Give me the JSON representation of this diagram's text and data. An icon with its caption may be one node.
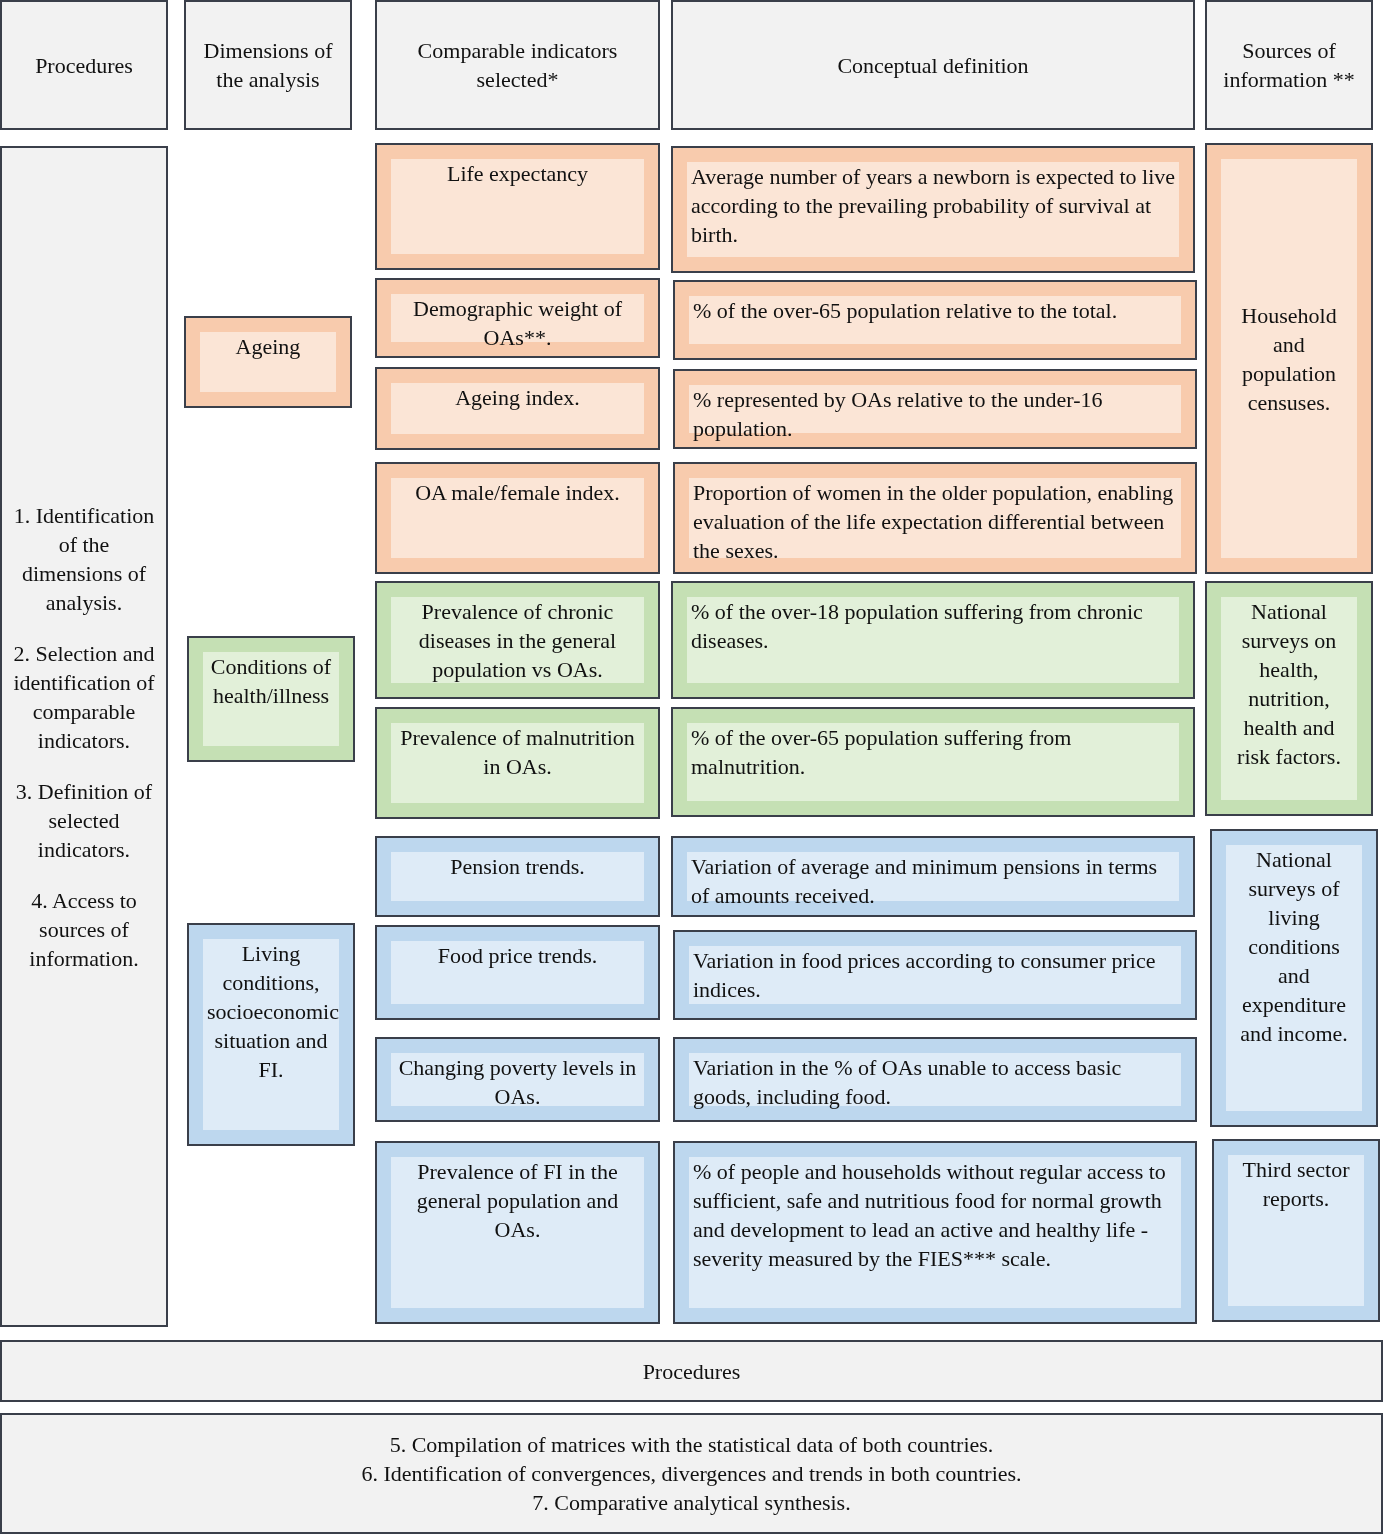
{
  "diagram": {
    "nodes": [
      {
        "text": [
          "Procedures"
        ]
      },
      {
        "text": [
          "Dimensions of the analysis"
        ]
      },
      {
        "text": [
          "Comparable indicators selected*"
        ]
      },
      {
        "text": [
          "Conceptual definition"
        ]
      },
      {
        "text": [
          "Sources of information **"
        ]
      },
      {
        "text": [
          "1. Identification of the dimensions of analysis.",
          "2. Selection and identification of comparable indicators.",
          "3. Definition of selected indicators.",
          "4. Access to sources of information."
        ]
      },
      {
        "text": [
          "Ageing"
        ]
      },
      {
        "text": [
          "Life expectancy"
        ]
      },
      {
        "text": [
          "Average number of years a newborn is expected to live according to the prevailing probability of survival at birth."
        ]
      },
      {
        "text": [
          "Household and population censuses."
        ]
      },
      {
        "text": [
          "Demographic weight of OAs**."
        ]
      },
      {
        "text": [
          "% of the over-65 population relative to the total."
        ]
      },
      {
        "text": [
          "Ageing index."
        ]
      },
      {
        "text": [
          "% represented by OAs relative to the under-16 population."
        ]
      },
      {
        "text": [
          "OA male/female index."
        ]
      },
      {
        "text": [
          "Proportion of women in the older population, enabling evaluation of the life expectation differential between the sexes."
        ]
      },
      {
        "text": [
          "Conditions of health/illness"
        ]
      },
      {
        "text": [
          "Prevalence of chronic diseases in the general population vs OAs."
        ]
      },
      {
        "text": [
          "% of the over-18 population suffering from chronic diseases."
        ]
      },
      {
        "text": [
          "National surveys on health, nutrition, health and risk factors."
        ]
      },
      {
        "text": [
          "Prevalence of malnutrition in OAs."
        ]
      },
      {
        "text": [
          "% of the over-65 population suffering from malnutrition."
        ]
      },
      {
        "text": [
          "Living conditions, socioeconomic situation and FI."
        ]
      },
      {
        "text": [
          "Pension trends."
        ]
      },
      {
        "text": [
          "Variation of average and minimum pensions in terms of amounts received."
        ]
      },
      {
        "text": [
          "National surveys of living conditions and expenditure and income."
        ]
      },
      {
        "text": [
          "Food price trends."
        ]
      },
      {
        "text": [
          "Variation in food prices according to consumer price indices."
        ]
      },
      {
        "text": [
          "Changing poverty levels in OAs."
        ]
      },
      {
        "text": [
          "Variation in the % of OAs unable to access basic goods, including food."
        ]
      },
      {
        "text": [
          "Prevalence of FI in the general population and OAs."
        ]
      },
      {
        "text": [
          "% of people and households without regular access to sufficient, safe and nutritious food for normal growth and development to lead an active and healthy life - severity measured by the FIES*** scale."
        ]
      },
      {
        "text": [
          "Third sector reports."
        ]
      },
      {
        "text": [
          "Procedures"
        ]
      },
      {
        "text": [
          "5. Compilation of matrices with the statistical data of both countries.",
          "6. Identification of convergences, divergences and trends in both countries.",
          "7. Comparative analytical synthesis."
        ]
      }
    ]
  }
}
